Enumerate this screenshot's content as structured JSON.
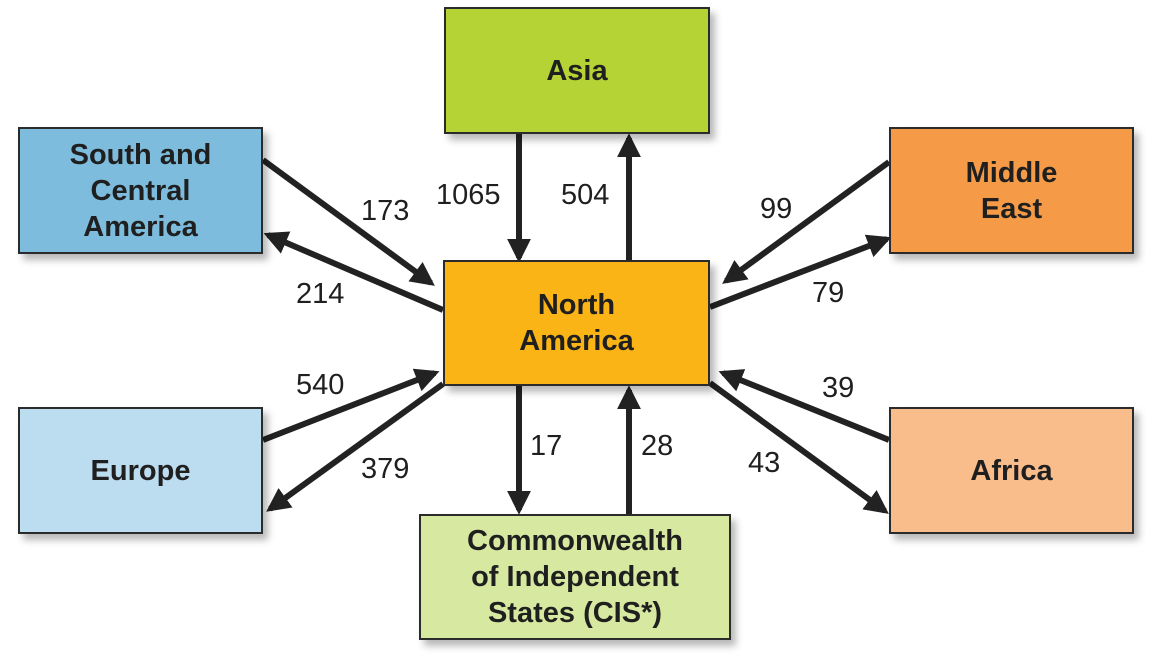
{
  "regions": {
    "asia": {
      "label": "Asia",
      "color": "#b5d334"
    },
    "south_central_america": {
      "label": "South and\nCentral\nAmerica",
      "color": "#7dbcdc"
    },
    "middle_east": {
      "label": "Middle\nEast",
      "color": "#f59b48"
    },
    "north_america": {
      "label": "North\nAmerica",
      "color": "#fbb415"
    },
    "europe": {
      "label": "Europe",
      "color": "#bcdcf0"
    },
    "africa": {
      "label": "Africa",
      "color": "#f9bd8c"
    },
    "cis": {
      "label": "Commonwealth\nof Independent\nStates (CIS*)",
      "color": "#d7e8a0"
    }
  },
  "flows": {
    "asia_to_na": "1065",
    "na_to_asia": "504",
    "sca_to_na": "173",
    "na_to_sca": "214",
    "me_to_na": "99",
    "na_to_me": "79",
    "europe_to_na": "540",
    "na_to_europe": "379",
    "na_to_cis": "17",
    "cis_to_na": "28",
    "africa_to_na": "39",
    "na_to_africa": "43"
  }
}
